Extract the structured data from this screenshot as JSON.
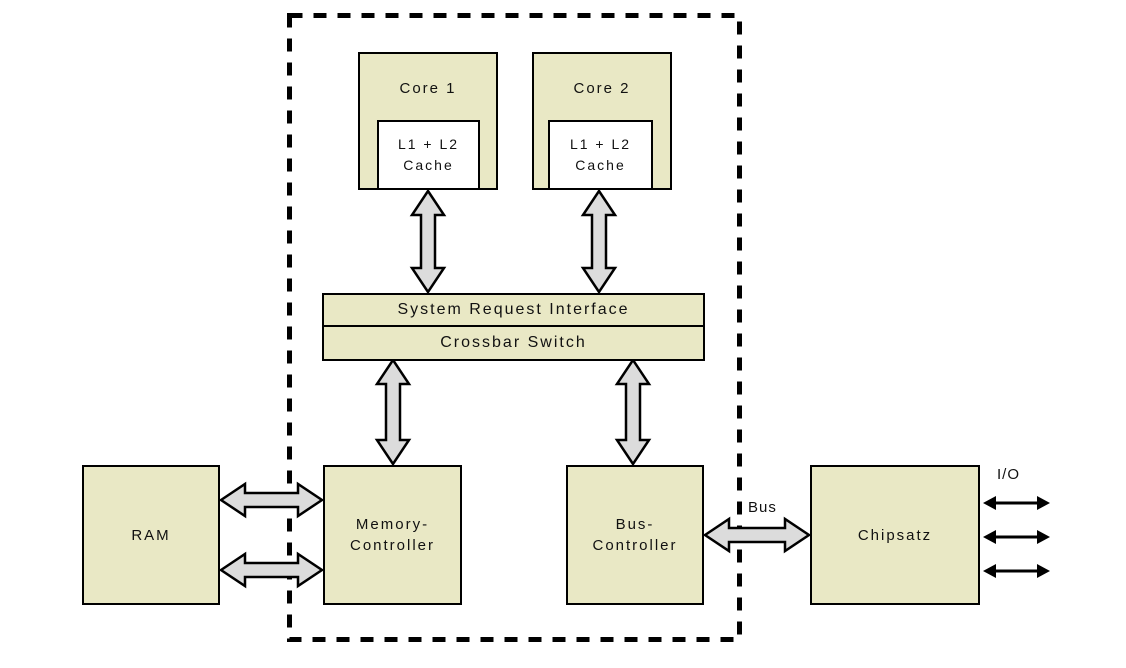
{
  "diagram": {
    "type": "architecture-block-diagram",
    "nodes": {
      "core1": {
        "label": "Core 1"
      },
      "core2": {
        "label": "Core 2"
      },
      "cache1": {
        "line1": "L1 + L2",
        "line2": "Cache"
      },
      "cache2": {
        "line1": "L1 + L2",
        "line2": "Cache"
      },
      "system_request_interface": {
        "label": "System Request Interface"
      },
      "crossbar_switch": {
        "label": "Crossbar Switch"
      },
      "ram": {
        "label": "RAM"
      },
      "memory_controller": {
        "line1": "Memory-",
        "line2": "Controller"
      },
      "bus_controller": {
        "line1": "Bus-",
        "line2": "Controller"
      },
      "chipset": {
        "label": "Chipsatz"
      }
    },
    "labels": {
      "bus": "Bus",
      "io": "I/O"
    },
    "colors": {
      "box_fill": "#e9e8c5",
      "cache_fill": "#ffffff",
      "arrow_fill": "#dcdcdc",
      "border": "#000000",
      "background": "#ffffff"
    }
  }
}
